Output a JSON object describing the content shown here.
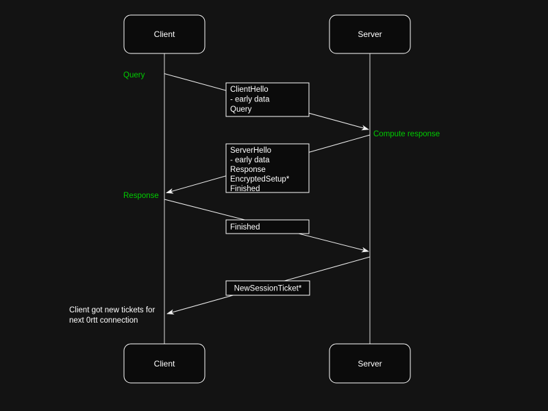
{
  "diagram_type": "sequence",
  "colors": {
    "background": "#131313",
    "box_fill": "#0b0b0b",
    "box_stroke": "#ffffff",
    "line": "#f0f0f0",
    "text": "#ffffff",
    "green": "#00cc00"
  },
  "actors": {
    "top": [
      {
        "label": "Client"
      },
      {
        "label": "Server"
      }
    ],
    "bottom": [
      {
        "label": "Client"
      },
      {
        "label": "Server"
      }
    ]
  },
  "messages": [
    {
      "from": "Client",
      "to": "Server",
      "lines": [
        {
          "text": "ClientHello",
          "green": false
        },
        {
          "text": "- early data",
          "green": false
        },
        {
          "text": "Query",
          "green": true
        }
      ]
    },
    {
      "from": "Server",
      "to": "Client",
      "lines": [
        {
          "text": "ServerHello",
          "green": false
        },
        {
          "text": "- early data",
          "green": false
        },
        {
          "text": "Response",
          "green": true
        },
        {
          "text": "EncryptedSetup*",
          "green": false
        },
        {
          "text": "Finished",
          "green": false
        }
      ]
    },
    {
      "from": "Client",
      "to": "Server",
      "lines": [
        {
          "text": "Finished",
          "green": false
        }
      ]
    },
    {
      "from": "Server",
      "to": "Client",
      "lines": [
        {
          "text": "NewSessionTicket*",
          "green": false
        }
      ]
    }
  ],
  "annotations": [
    {
      "text": "Query",
      "side": "client"
    },
    {
      "text": "Compute response",
      "side": "server"
    },
    {
      "text": "Response",
      "side": "client"
    },
    {
      "text": "Client got new tickets for",
      "side": "client"
    },
    {
      "text": "next 0rtt connection",
      "side": "client"
    }
  ]
}
